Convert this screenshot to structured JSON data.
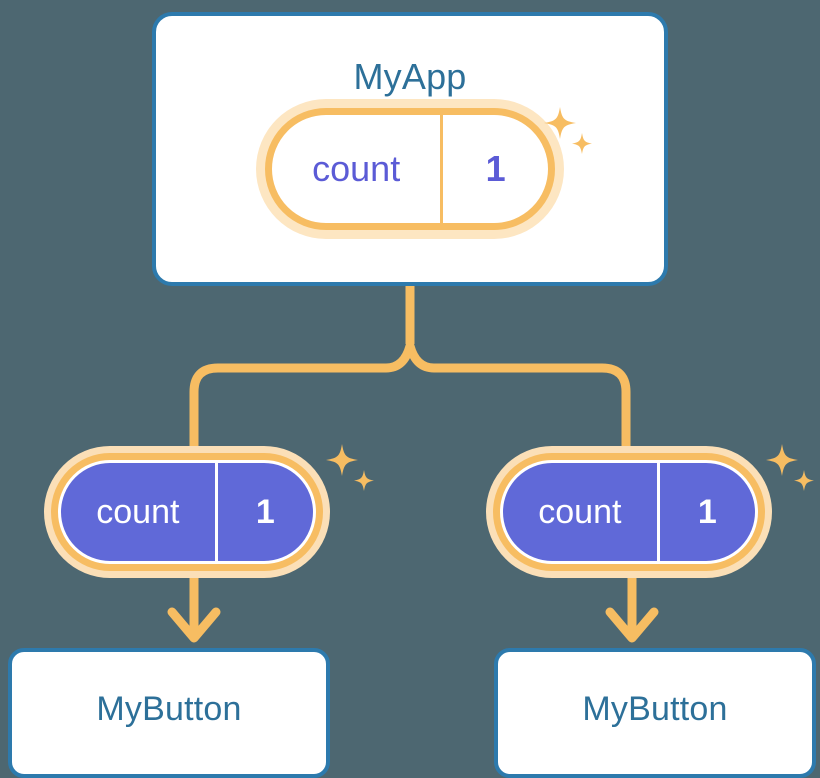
{
  "diagram": {
    "title_node": {
      "label": "MyApp",
      "state_pill": {
        "key": "count",
        "value": "1",
        "style": "outlined"
      },
      "sparkle_icon": "sparkle-icon"
    },
    "children": [
      {
        "id": "left",
        "state_pill": {
          "key": "count",
          "value": "1",
          "style": "filled"
        },
        "sparkle_icon": "sparkle-icon",
        "arrow_icon": "arrow-down-icon",
        "leaf_label": "MyButton"
      },
      {
        "id": "right",
        "state_pill": {
          "key": "count",
          "value": "1",
          "style": "filled"
        },
        "sparkle_icon": "sparkle-icon",
        "arrow_icon": "arrow-down-icon",
        "leaf_label": "MyButton"
      }
    ],
    "colors": {
      "background": "#4d6771",
      "card_border": "#2d7aad",
      "card_fill": "#ffffff",
      "title_text": "#2d7099",
      "accent_orange": "#f7bd62",
      "accent_orange_pale": "#fbdfb7",
      "pill_purple": "#6069d8",
      "pill_text_outlined": "#5b5bd6",
      "pill_text_filled": "#ffffff"
    }
  }
}
